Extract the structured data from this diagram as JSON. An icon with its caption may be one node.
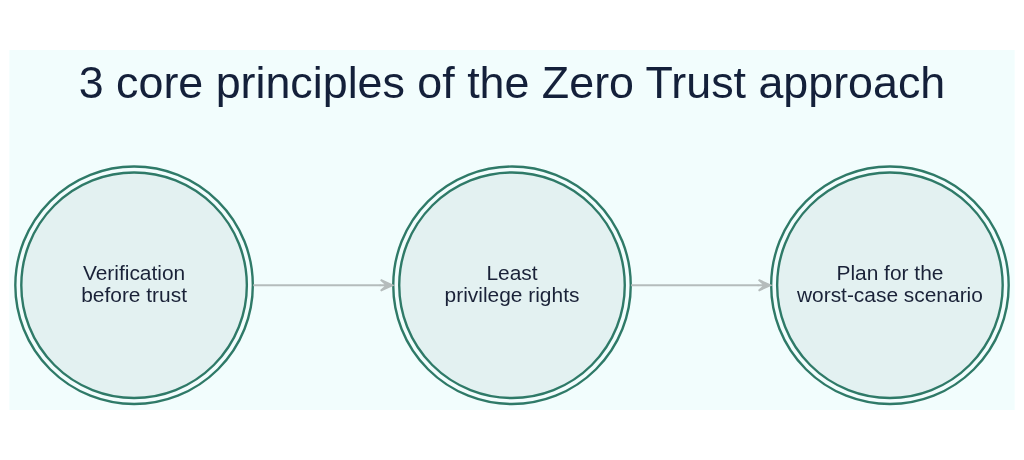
{
  "diagram": {
    "title": "3 core principles of the Zero Trust approach",
    "nodes": [
      {
        "text": [
          "Verification before trust"
        ]
      },
      {
        "text": [
          "Least privilege rights"
        ]
      },
      {
        "text": [
          "Plan for the worst-case scenario"
        ]
      }
    ],
    "edges": [
      {
        "from": 0,
        "to": 1,
        "arrow": "to"
      },
      {
        "from": 1,
        "to": 2,
        "arrow": "to"
      }
    ]
  }
}
